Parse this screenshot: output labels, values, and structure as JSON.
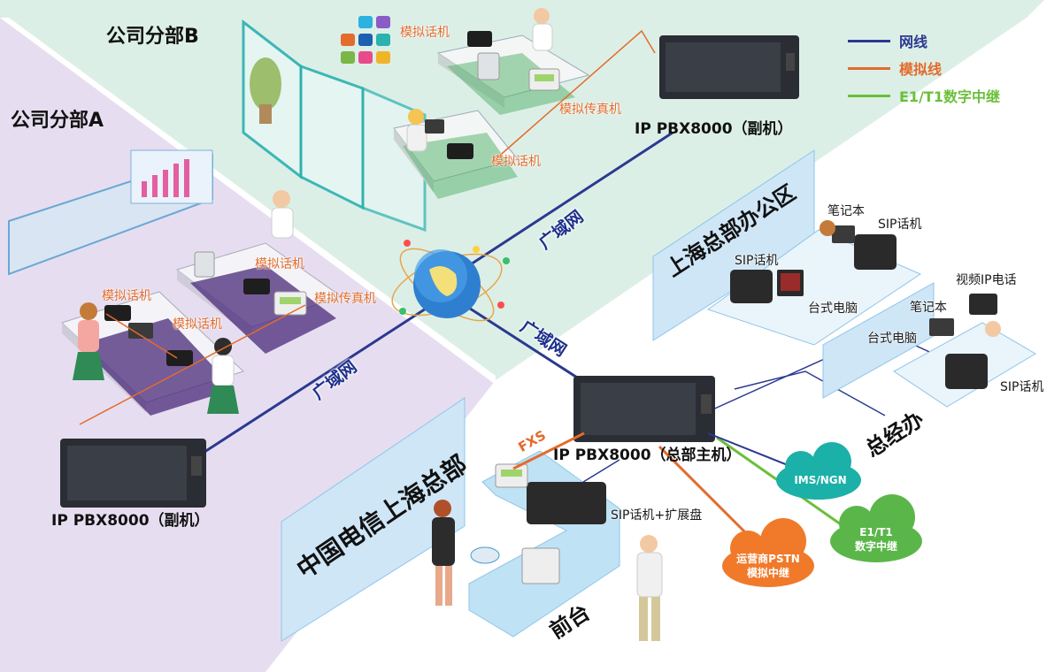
{
  "colors": {
    "wan_line": "#2b3990",
    "analog_line": "#e36b2c",
    "trunk_line": "#6bbf3a",
    "branch_a_bg": "#e6def0",
    "branch_b_bg": "#dcefe6",
    "panel_blue": "#cfe6f7",
    "cloud_teal": "#1bb0a8",
    "cloud_orange": "#f07a2a",
    "cloud_green": "#5bb64a"
  },
  "branches": {
    "a_title": "公司分部A",
    "b_title": "公司分部B"
  },
  "legend": [
    {
      "label": "网线",
      "color": "#2b3990",
      "icon": "blue-line"
    },
    {
      "label": "模拟线",
      "color": "#e36b2c",
      "icon": "orange-line"
    },
    {
      "label": "E1/T1数字中继",
      "color": "#6bbf3a",
      "icon": "green-line"
    }
  ],
  "wan": {
    "label_upper": "广域网",
    "label_left": "广域网",
    "label_lower": "广域网"
  },
  "pbx": {
    "branch_b": "IP PBX8000（副机）",
    "branch_a": "IP PBX8000（副机）",
    "hq": "IP PBX8000（总部主机）"
  },
  "branch_b_devices": {
    "analog_phone_1": "模拟话机",
    "fax": "模拟传真机",
    "analog_phone_2": "模拟话机"
  },
  "branch_a_devices": {
    "analog_phone_1": "模拟话机",
    "fax": "模拟传真机",
    "analog_phone_2": "模拟话机",
    "analog_phone_3": "模拟话机"
  },
  "hq_office": {
    "panel_title": "上海总部办公区",
    "laptop_1": "笔记本",
    "sip_phone_1": "SIP话机",
    "sip_phone_2": "SIP话机",
    "desktop_1": "台式电脑",
    "video_phone": "视频IP电话",
    "laptop_2": "笔记本",
    "desktop_2": "台式电脑",
    "sip_phone_3": "SIP话机",
    "gm_office": "总经办"
  },
  "hq_reception": {
    "panel_title": "中国电信上海总部",
    "fxs": "FXS",
    "sip_ext": "SIP话机+扩展盘",
    "reception": "前台"
  },
  "clouds": {
    "ims": "IMS/NGN",
    "pstn_line1": "运营商PSTN",
    "pstn_line2": "模拟中继",
    "e1_line1": "E1/T1",
    "e1_line2": "数字中继"
  }
}
